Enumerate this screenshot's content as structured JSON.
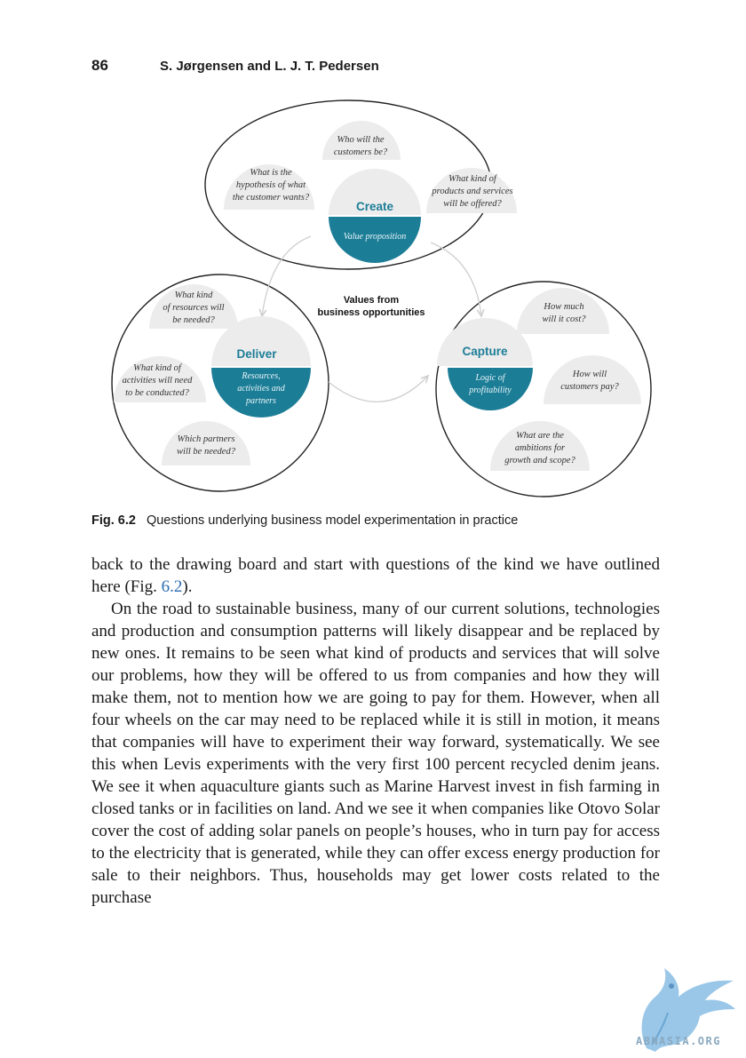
{
  "header": {
    "page_number": "86",
    "authors": "S. Jørgensen and L. J. T. Pedersen"
  },
  "figure": {
    "center_label": [
      "Values from",
      "business opportunities"
    ],
    "create": {
      "title": "Create",
      "inner": [
        "Value proposition"
      ],
      "questions": [
        [
          "Who will the",
          "customers be?"
        ],
        [
          "What is the",
          "hypothesis of what",
          "the customer wants?"
        ],
        [
          "What kind of",
          "products and services",
          "will be offered?"
        ]
      ]
    },
    "deliver": {
      "title": "Deliver",
      "inner": [
        "Resources,",
        "activities and",
        "partners"
      ],
      "questions": [
        [
          "What kind",
          "of resources will",
          "be needed?"
        ],
        [
          "What kind of",
          "activities will need",
          "to be conducted?"
        ],
        [
          "Which partners",
          "will be needed?"
        ]
      ]
    },
    "capture": {
      "title": "Capture",
      "inner": [
        "Logic of",
        "profitability"
      ],
      "questions": [
        [
          "How much",
          "will it cost?"
        ],
        [
          "How will",
          "customers pay?"
        ],
        [
          "What are the",
          "ambitions for",
          "growth and scope?"
        ]
      ]
    },
    "colors": {
      "accent": "#1c7d97",
      "bubble": "#ececec",
      "outline": "#222222"
    }
  },
  "caption": {
    "label": "Fig. 6.2",
    "text": "Questions underlying business model experimentation in practice"
  },
  "body": {
    "p1_before": "back to the drawing board and start with questions of the kind we have outlined here (Fig. ",
    "p1_ref": "6.2",
    "p1_after": ").",
    "p2": "On the road to sustainable business, many of our current solutions, technologies and production and consumption patterns will likely disappear and be replaced by new ones. It remains to be seen what kind of products and services that will solve our problems, how they will be offered to us from companies and how they will make them, not to mention how we are going to pay for them. However, when all four wheels on the car may need to be replaced while it is still in motion, it means that companies will have to experiment their way forward, systematically. We see this when Levis experiments with the very first 100 percent recycled denim jeans. We see it when aquaculture giants such as Marine Harvest invest in fish farming in closed tanks or in facilities on land. And we see it when companies like Otovo Solar cover the cost of adding solar panels on people’s houses, who in turn pay for access to the electricity that is generated, while they can offer excess energy production for sale to their neighbors. Thus, households may get lower costs related to the purchase"
  },
  "watermark": {
    "text": "ABNASIA.ORG"
  }
}
